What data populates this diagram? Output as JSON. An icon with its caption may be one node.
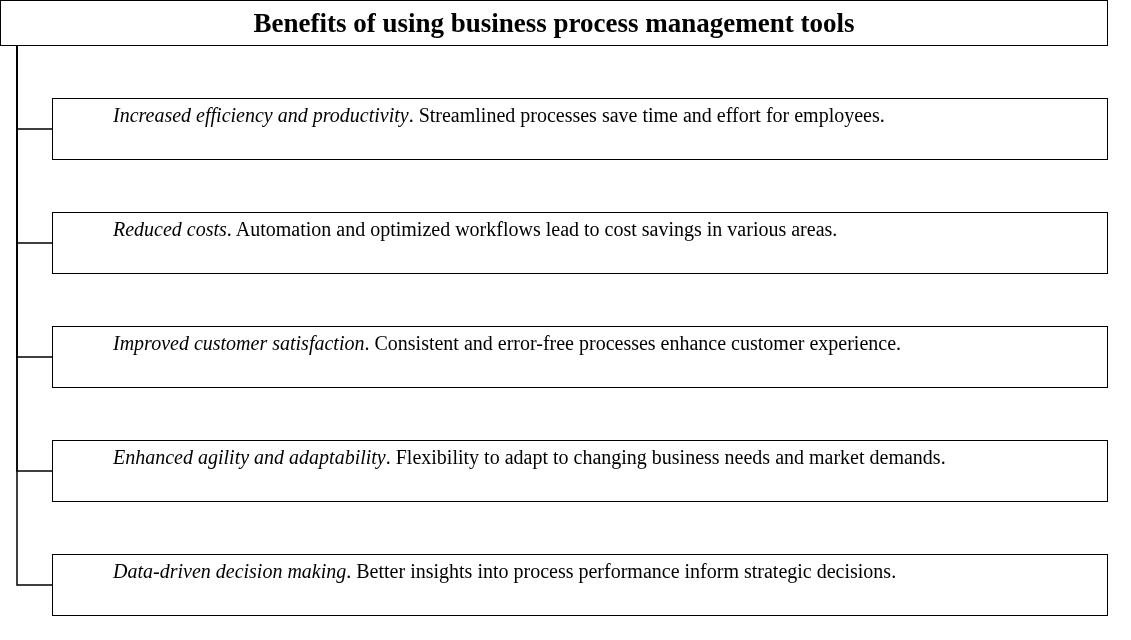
{
  "diagram": {
    "nodes": [
      {
        "text": [
          "Benefits of using business process management tools"
        ]
      },
      {
        "text": [
          "*Increased efficiency and productivity*. Streamlined processes save time and effort for employees."
        ]
      },
      {
        "text": [
          "*Reduced costs*. Automation and optimized workflows lead to cost savings in various areas."
        ]
      },
      {
        "text": [
          "*Improved customer satisfaction*. Consistent and error-free processes enhance customer experience."
        ]
      },
      {
        "text": [
          "*Enhanced agility and adaptability*. Flexibility to adapt to changing business needs and market demands."
        ]
      },
      {
        "text": [
          "*Data-driven decision making*. Better insights into process performance inform strategic decisions."
        ]
      }
    ],
    "edges": [
      {
        "from": 0,
        "to": 1,
        "arrow": "none"
      },
      {
        "from": 0,
        "to": 2,
        "arrow": "none"
      },
      {
        "from": 0,
        "to": 3,
        "arrow": "none"
      },
      {
        "from": 0,
        "to": 4,
        "arrow": "none"
      },
      {
        "from": 0,
        "to": 5,
        "arrow": "none"
      }
    ]
  }
}
